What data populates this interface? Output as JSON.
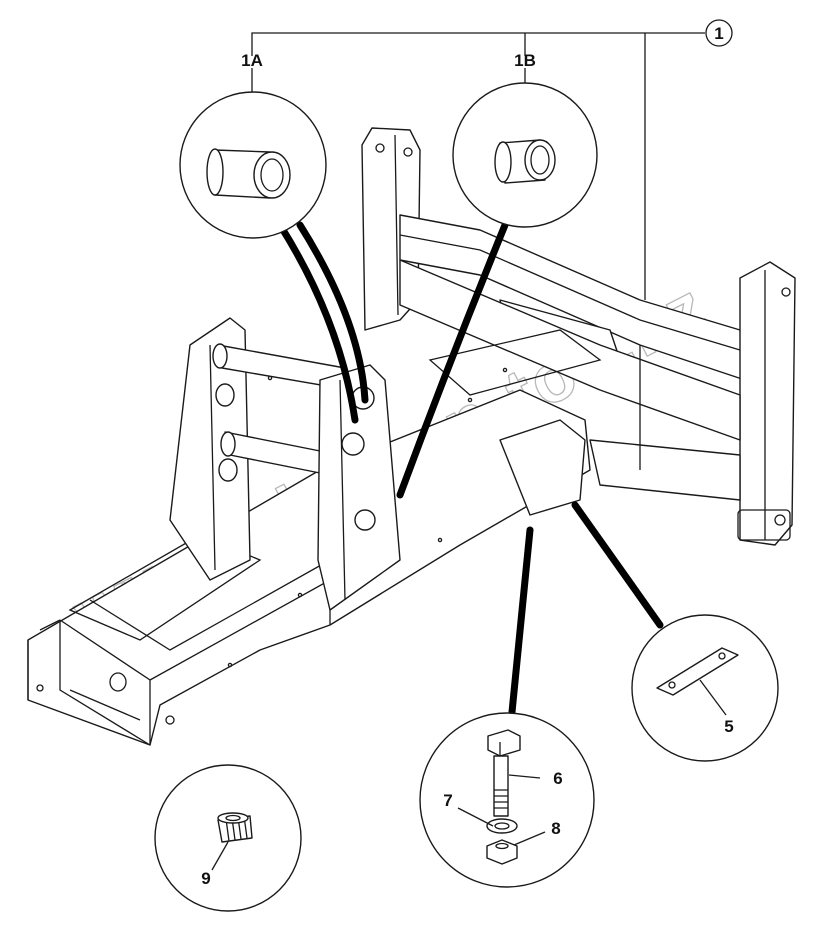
{
  "labels": {
    "callout_1": "1",
    "callout_1A": "1A",
    "callout_1B": "1B",
    "part_5": "5",
    "part_6": "6",
    "part_7": "7",
    "part_8": "8",
    "part_9": "9"
  },
  "watermark": "www.sinhron-too.kz"
}
